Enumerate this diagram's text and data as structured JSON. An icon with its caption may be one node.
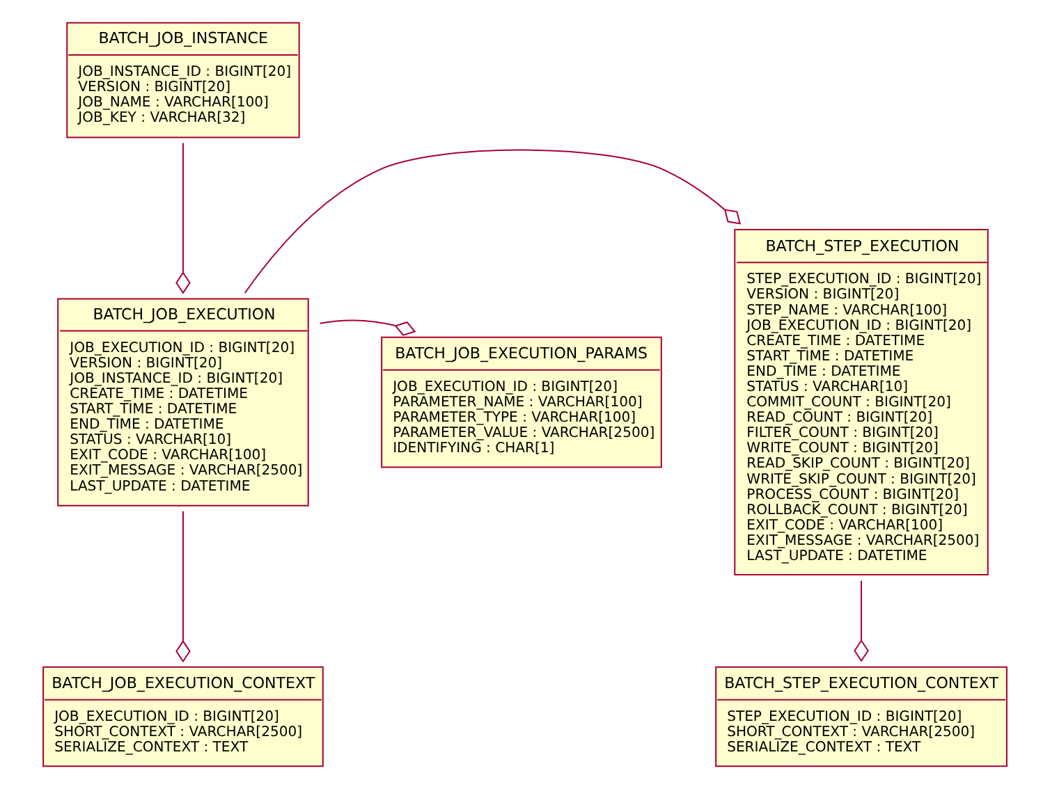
{
  "diagram": {
    "nodes": [
      {
        "text": [
          "BATCH_JOB_INSTANCE",
          "JOB_INSTANCE_ID : BIGINT[20]",
          "VERSION : BIGINT[20]",
          "JOB_NAME : VARCHAR[100]",
          "JOB_KEY : VARCHAR[32]"
        ]
      },
      {
        "text": [
          "BATCH_STEP_EXECUTION",
          "STEP_EXECUTION_ID : BIGINT[20]",
          "VERSION : BIGINT[20]",
          "STEP_NAME : VARCHAR[100]",
          "JOB_EXECUTION_ID : BIGINT[20]",
          "CREATE_TIME : DATETIME",
          "START_TIME : DATETIME",
          "END_TIME : DATETIME",
          "STATUS : VARCHAR[10]",
          "COMMIT_COUNT : BIGINT[20]",
          "READ_COUNT : BIGINT[20]",
          "FILTER_COUNT : BIGINT[20]",
          "WRITE_COUNT : BIGINT[20]",
          "READ_SKIP_COUNT : BIGINT[20]",
          "WRITE_SKIP_COUNT : BIGINT[20]",
          "PROCESS_COUNT : BIGINT[20]",
          "ROLLBACK_COUNT : BIGINT[20]",
          "EXIT_CODE : VARCHAR[100]",
          "EXIT_MESSAGE : VARCHAR[2500]",
          "LAST_UPDATE : DATETIME"
        ]
      },
      {
        "text": [
          "BATCH_JOB_EXECUTION",
          "JOB_EXECUTION_ID : BIGINT[20]",
          "VERSION : BIGINT[20]",
          "JOB_INSTANCE_ID : BIGINT[20]",
          "CREATE_TIME : DATETIME",
          "START_TIME : DATETIME",
          "END_TIME : DATETIME",
          "STATUS : VARCHAR[10]",
          "EXIT_CODE : VARCHAR[100]",
          "EXIT_MESSAGE : VARCHAR[2500]",
          "LAST_UPDATE : DATETIME"
        ]
      },
      {
        "text": [
          "BATCH_JOB_EXECUTION_PARAMS",
          "JOB_EXECUTION_ID : BIGINT[20]",
          "PARAMETER_NAME : VARCHAR[100]",
          "PARAMETER_TYPE : VARCHAR[100]",
          "PARAMETER_VALUE : VARCHAR[2500]",
          "IDENTIFYING : CHAR[1]"
        ]
      },
      {
        "text": [
          "BATCH_STEP_EXECUTION_CONTEXT",
          "STEP_EXECUTION_ID : BIGINT[20]",
          "SHORT_CONTEXT : VARCHAR[2500]",
          "SERIALIZE_CONTEXT : TEXT"
        ]
      },
      {
        "text": [
          "BATCH_JOB_EXECUTION_CONTEXT",
          "JOB_EXECUTION_ID : BIGINT[20]",
          "SHORT_CONTEXT : VARCHAR[2500]",
          "SERIALIZE_CONTEXT : TEXT"
        ]
      }
    ],
    "edges": [
      {
        "from": 0,
        "to": 2,
        "arrow": "other"
      },
      {
        "from": 2,
        "to": 1,
        "arrow": "other"
      },
      {
        "from": 2,
        "to": 3,
        "arrow": "other"
      },
      {
        "from": 1,
        "to": 4,
        "arrow": "other"
      },
      {
        "from": 2,
        "to": 5,
        "arrow": "other"
      }
    ]
  }
}
